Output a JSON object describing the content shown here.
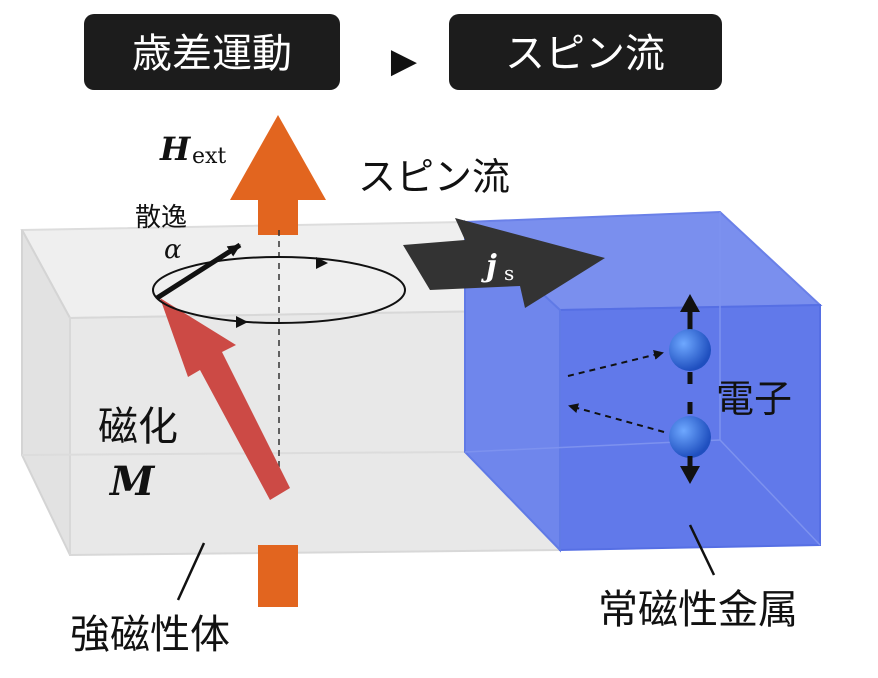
{
  "header": {
    "left_tag": "歳差運動",
    "arrow_glyph": "▶",
    "right_tag": "スピン流"
  },
  "field": {
    "symbol": "H",
    "subscript": "ext"
  },
  "damping": {
    "label": "散逸",
    "symbol": "α"
  },
  "spin_current_label": "スピン流",
  "current_density": {
    "symbol": "j",
    "subscript": "s"
  },
  "magnetization": {
    "label": "磁化",
    "symbol": "M"
  },
  "electron_label": "電子",
  "ferromagnet_label": "強磁性体",
  "normal_metal_label": "常磁性金属",
  "colors": {
    "tag_bg": "#1c1c1c",
    "field_arrow": "#e2651f",
    "magnetization_arrow": "#cc4a45",
    "spin_current_arrow": "#333333",
    "ferromagnet_block": "#e9e9e9",
    "normal_metal_block": "#5b74e6",
    "electron": "#2f64d6"
  }
}
